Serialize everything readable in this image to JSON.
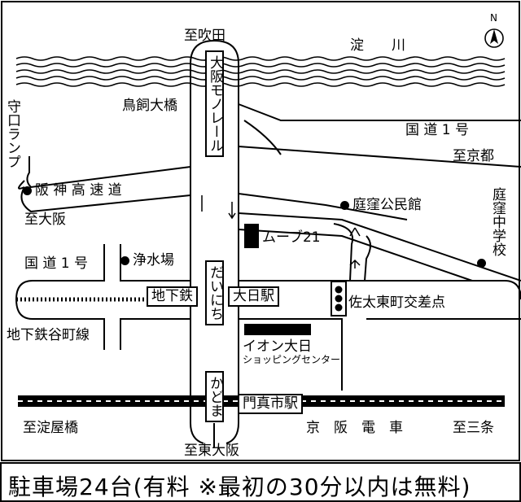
{
  "labels": {
    "to_suita": "至吹田",
    "yodo_river": "淀　　川",
    "north": "N",
    "torikai_bridge": "鳥飼大橋",
    "moriguchi_ramp": "守口ランプ",
    "route1_upper": "国 道 1 号",
    "to_kyoto": "至京都",
    "hanshin_expressway": "阪 神 高 速 道",
    "to_osaka": "至大阪",
    "niwakubo_community_hall": "庭窪公民館",
    "niwakubo_jhs": "庭窪中学校",
    "move21": "ムーブ21",
    "route1_lower": "国 道 1 号",
    "water_plant": "浄水場",
    "monorail": "大阪モノレール",
    "dainichi_hiragana": "だいにち",
    "subway": "地下鉄",
    "dainichi_station": "大日駅",
    "sadahigashi_intersection": "佐太東町交差点",
    "subway_tanimachi_line": "地下鉄谷町線",
    "aeon_name": "イオン大日",
    "aeon_sub": "ショッピングセンター",
    "kadoma_hiragana": "かどま",
    "kadoma_station": "門真市駅",
    "to_yodoyabashi": "至淀屋橋",
    "keihan_railway": "京　阪　電　車",
    "to_sanjo": "至三条",
    "to_higashiosaka": "至東大阪"
  },
  "footer": {
    "parking": "駐車場24台(有料 ※最初の30分以内は無料)"
  }
}
